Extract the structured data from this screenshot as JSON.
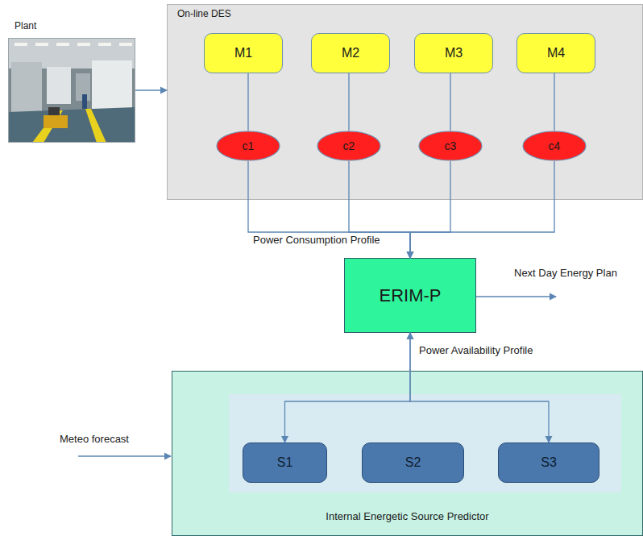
{
  "diagram": {
    "nodes": [
      {
        "text": [
          "Plant"
        ]
      },
      {
        "text": [
          "On-line DES"
        ]
      },
      {
        "text": [
          "M1"
        ],
        "in": 1
      },
      {
        "text": [
          "M2"
        ],
        "in": 1
      },
      {
        "text": [
          "M3"
        ],
        "in": 1
      },
      {
        "text": [
          "M4"
        ],
        "in": 1
      },
      {
        "text": [
          "c1"
        ],
        "in": 1
      },
      {
        "text": [
          "c2"
        ],
        "in": 1
      },
      {
        "text": [
          "c3"
        ],
        "in": 1
      },
      {
        "text": [
          "c4"
        ],
        "in": 1
      },
      {
        "text": [
          "ERIM-P"
        ]
      },
      {
        "text": [
          "Internal Energetic Source Predictor"
        ]
      },
      {
        "text": [
          "S1"
        ],
        "in": 11
      },
      {
        "text": [
          "S2"
        ],
        "in": 11
      },
      {
        "text": [
          "S3"
        ],
        "in": 11
      }
    ],
    "edges": [
      {
        "from": 0,
        "to": 1,
        "arrow": "to"
      },
      {
        "from": 2,
        "to": 6,
        "arrow": "none"
      },
      {
        "from": 3,
        "to": 7,
        "arrow": "none"
      },
      {
        "from": 4,
        "to": 8,
        "arrow": "none"
      },
      {
        "from": 5,
        "to": 9,
        "arrow": "none"
      },
      {
        "from": 6,
        "to": 10,
        "arrow": "to"
      },
      {
        "from": 7,
        "to": 10,
        "arrow": "to"
      },
      {
        "from": 8,
        "to": 10,
        "arrow": "to"
      },
      {
        "from": 9,
        "to": 10,
        "arrow": "to"
      },
      {
        "from": 10,
        "to": 12,
        "arrow": "both"
      },
      {
        "from": 10,
        "to": 14,
        "arrow": "both"
      }
    ],
    "labels": [
      "Power Consumption Profile",
      "Next Day Energy Plan",
      "Power Availability Profile",
      "Meteo forecast"
    ]
  }
}
